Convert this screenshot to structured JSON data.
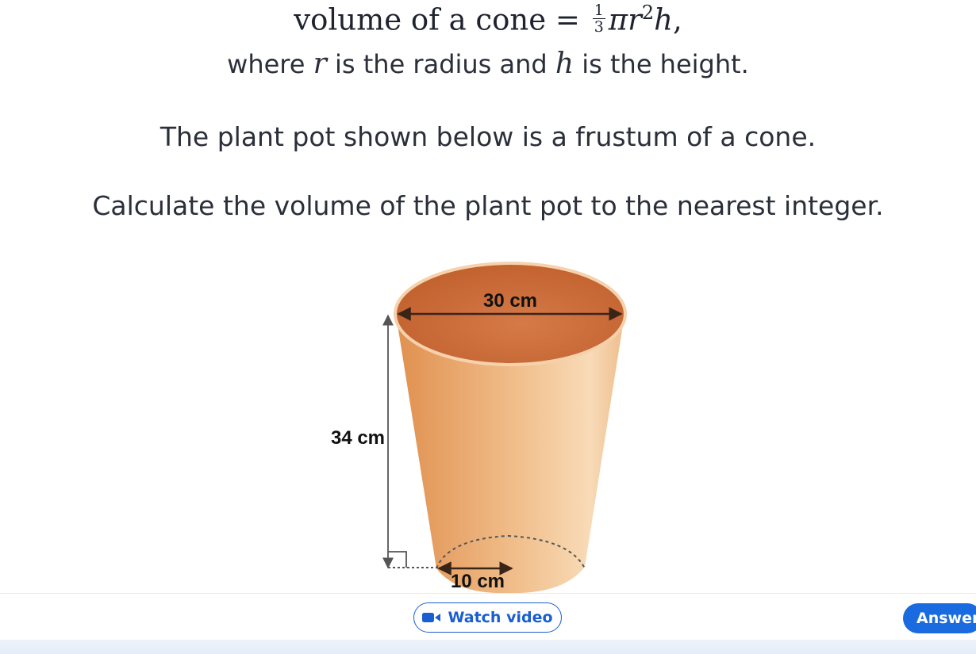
{
  "formula": {
    "lhs": "volume of a cone",
    "equals": "=",
    "frac_num": "1",
    "frac_den": "3",
    "pi": "π",
    "r": "r",
    "exp": "2",
    "h": "h",
    "comma": ","
  },
  "where": {
    "part1": "where",
    "r": "r",
    "part2": "is the radius and",
    "h": "h",
    "part3": "is the height."
  },
  "question": {
    "line1": "The plant pot shown below is a frustum of a cone.",
    "line2": "Calculate the volume of the plant pot to the nearest integer."
  },
  "diagram": {
    "top_diameter_label": "30 cm",
    "height_label": "34 cm",
    "bottom_radius_label": "10 cm",
    "colors": {
      "rim_inner": "#c9693a",
      "body_light": "#f6d6b2",
      "body_dark": "#e39a5c",
      "arrow": "#3a2418"
    }
  },
  "actions": {
    "watch_video": "Watch video",
    "answer": "Answer"
  }
}
